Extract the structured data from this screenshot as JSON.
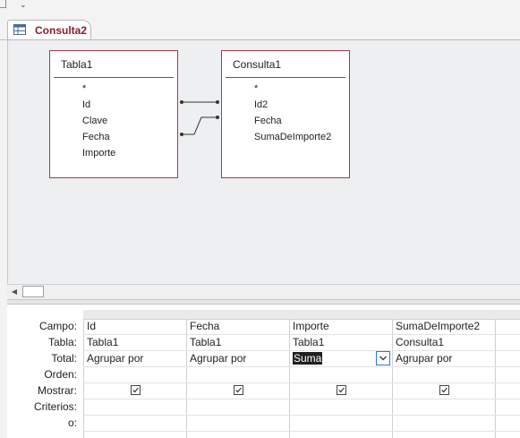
{
  "tab": {
    "label": "Consulta2",
    "icon": "query-icon"
  },
  "tables": [
    {
      "title": "Tabla1",
      "fields": [
        "*",
        "Id",
        "Clave",
        "Fecha",
        "Importe"
      ]
    },
    {
      "title": "Consulta1",
      "fields": [
        "*",
        "Id2",
        "Fecha",
        "SumaDeImporte2"
      ]
    }
  ],
  "grid": {
    "row_labels": [
      "Campo:",
      "Tabla:",
      "Total:",
      "Orden:",
      "Mostrar:",
      "Criterios:",
      "o:"
    ],
    "columns": [
      {
        "campo": "Id",
        "tabla": "Tabla1",
        "total": "Agrupar por",
        "mostrar": true
      },
      {
        "campo": "Fecha",
        "tabla": "Tabla1",
        "total": "Agrupar por",
        "mostrar": true
      },
      {
        "campo": "Importe",
        "tabla": "Tabla1",
        "total": "Suma",
        "mostrar": true
      },
      {
        "campo": "SumaDeImporte2",
        "tabla": "Consulta1",
        "total": "Agrupar por",
        "mostrar": true
      }
    ]
  },
  "colors": {
    "accent": "#8b1c2c",
    "table_border": "#a33a4a",
    "design_bg": "#eeeff1"
  }
}
